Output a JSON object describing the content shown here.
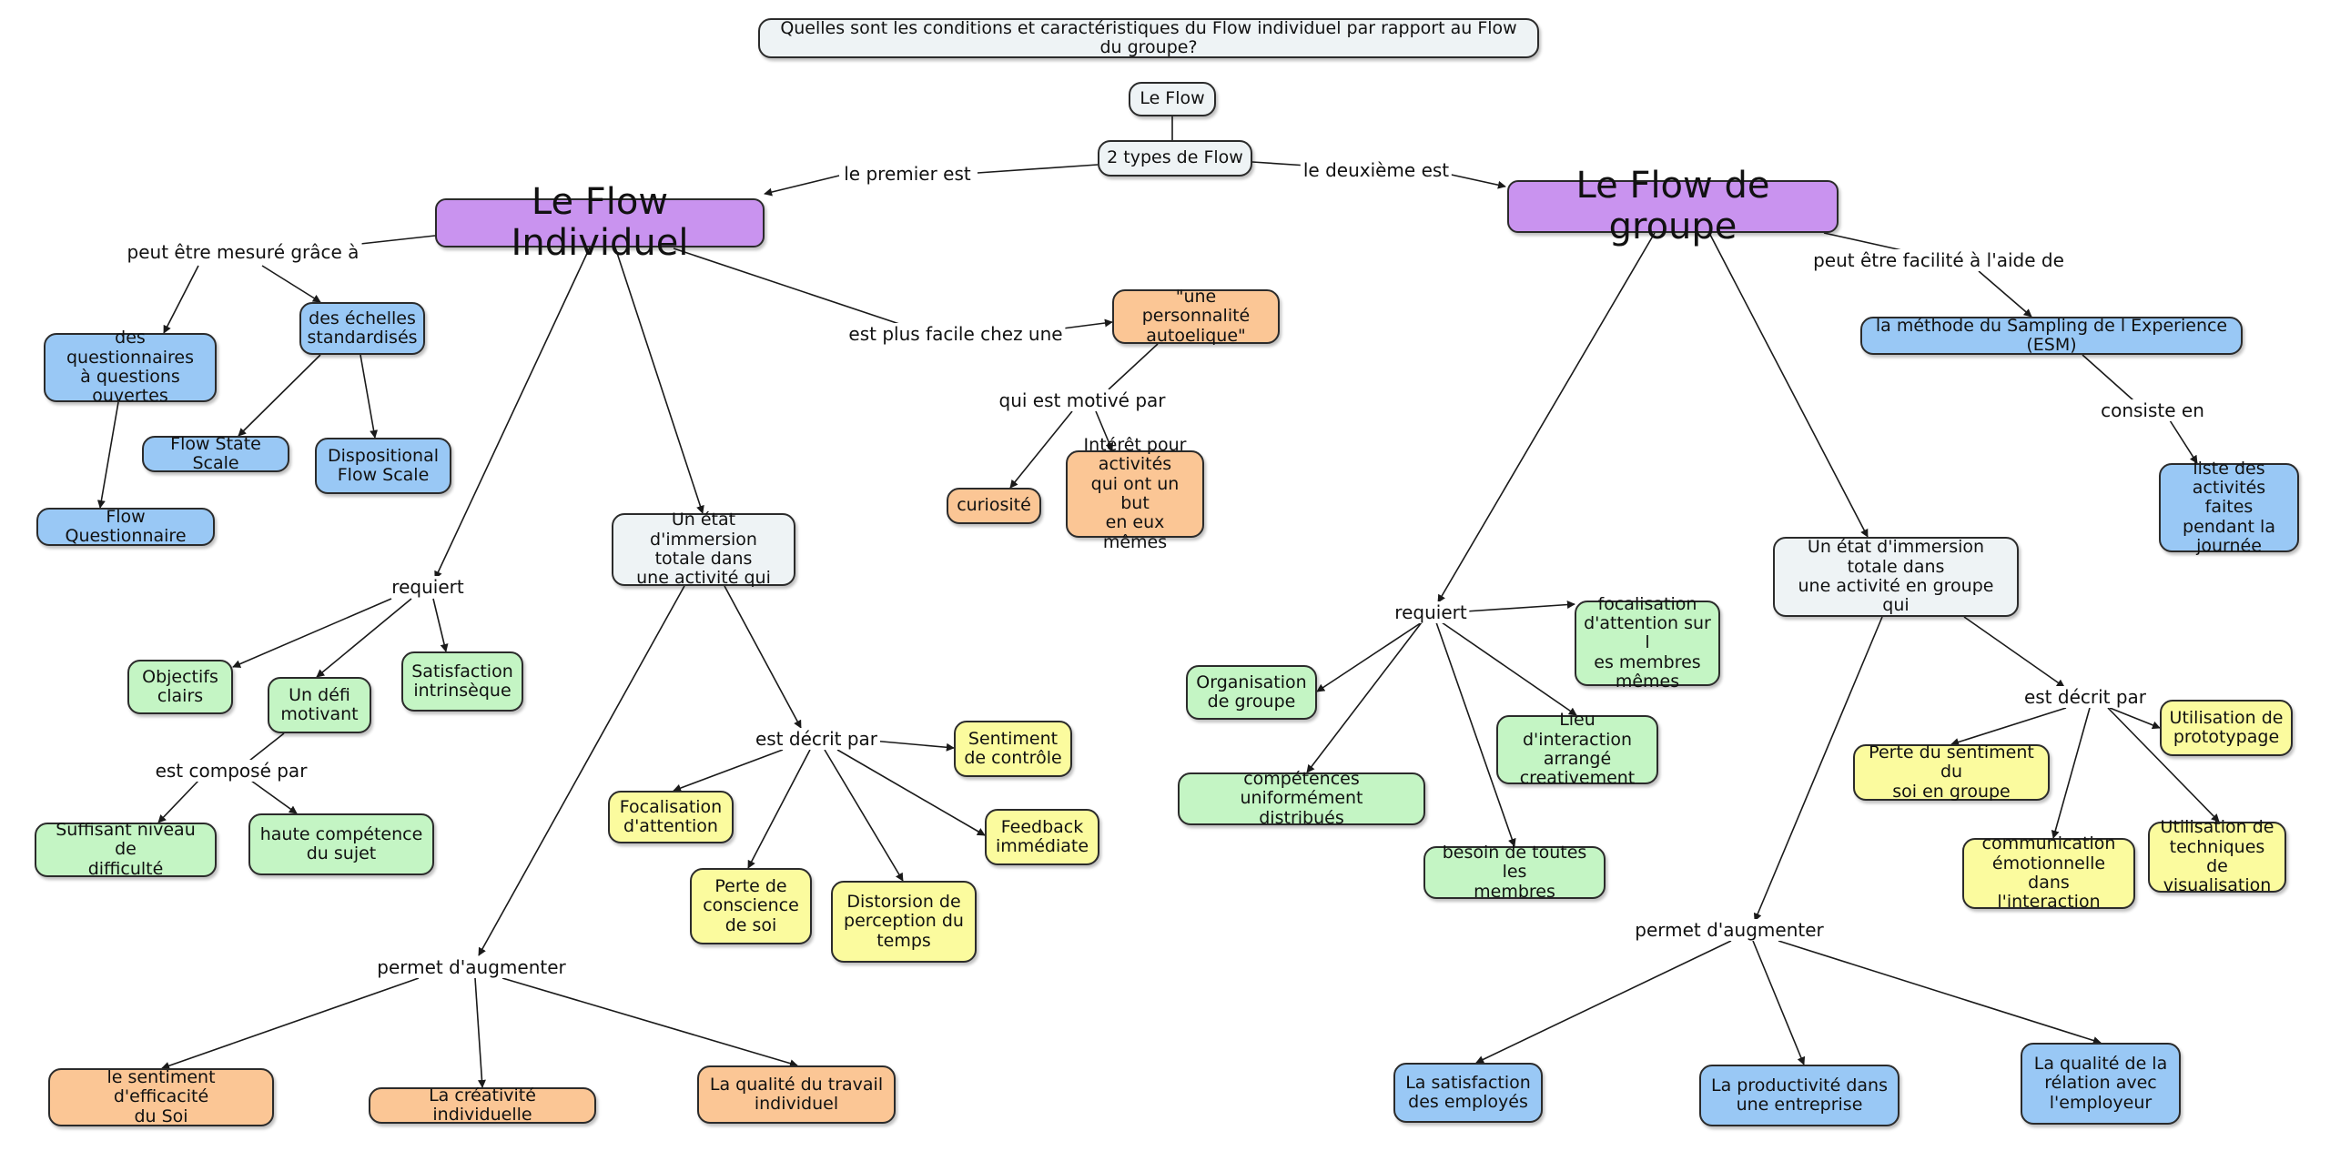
{
  "question": "Quelles sont les conditions et caractéristiques du Flow individuel par rapport au Flow du groupe?",
  "nodes": {
    "root": "Le Flow",
    "types": "2 types de Flow",
    "individuel": "Le Flow Individuel",
    "groupe": "Le Flow de groupe",
    "questionnaires": "des questionnaires\nà questions\nouvertes",
    "echelles": "des échelles\nstandardisés",
    "flow_questionnaire": "Flow Questionnaire",
    "flow_state_scale": "Flow State Scale",
    "dispositional": "Dispositional\nFlow Scale",
    "personnalite": "\"une personnalité\nautoelique\"",
    "curiosite": "curiosité",
    "interet": "Intérêt pour\nactivités\nqui ont un but\nen eux mêmes",
    "etat_ind": "Un état d'immersion\ntotale dans\nune activité qui",
    "objectifs": "Objectifs\nclairs",
    "defi": "Un défi\nmotivant",
    "satisfaction_int": "Satisfaction\nintrinsèque",
    "suffisant": "Suffisant niveau de\ndifficulté",
    "haute": "haute compétence\ndu sujet",
    "focalisation_ind": "Focalisation\nd'attention",
    "sentiment_controle": "Sentiment\nde contrôle",
    "feedback": "Feedback\nimmédiate",
    "perte_conscience": "Perte de\nconscience\nde soi",
    "distorsion": "Distorsion de\nperception du\ntemps",
    "efficacite": "le sentiment d'efficacité\ndu Soi",
    "creativite": "La créativité individuelle",
    "qualite_travail": "La qualité du travail\nindividuel",
    "esm": "la méthode du Sampling de l Experience (ESM)",
    "liste": "liste des\nactivités faites\npendant la\njournée",
    "etat_grp": "Un état d'immersion\ntotale dans\nune activité en groupe qui",
    "organisation": "Organisation\nde groupe",
    "focalisation_grp": "focalisation\nd'attention sur l\nes membres\nmêmes",
    "lieu": "Lieu d'interaction\narrangé\ncreativement",
    "competences": "compétences uniformément\ndistribués",
    "besoin": "besoin de toutes les\nmembres",
    "perte_sentiment": "Perte du sentiment du\nsoi en groupe",
    "prototypage": "Utilisation de\nprototypage",
    "communication": "communication\némotionnelle dans\nl'interaction",
    "techniques": "Utilisation de\ntechniques de\nvisualisation",
    "satisfaction_emp": "La satisfaction\ndes employés",
    "productivite": "La productivité dans\nune entreprise",
    "qualite_relation": "La qualité de la\nrélation avec\nl'employeur"
  },
  "labels": {
    "premier": "le premier est",
    "deuxieme": "le deuxième est",
    "mesure": "peut être mesuré grâce à",
    "facile": "est plus facile chez une",
    "motive": "qui est motivé par",
    "requiert_ind": "requiert",
    "compose": "est composé par",
    "decrit_ind": "est décrit par",
    "augmenter_ind": "permet d'augmenter",
    "facilite": "peut être facilité à l'aide de",
    "consiste": "consiste en",
    "requiert_grp": "requiert",
    "decrit_grp": "est décrit par",
    "augmenter_grp": "permet d'augmenter"
  },
  "colors": {
    "purple": "#c993ef",
    "blue": "#99c8f5",
    "green": "#c4f5c4",
    "yellow": "#fbfb9e",
    "orange": "#fbc695",
    "white": "#eef3f5",
    "line": "#1a1a1a"
  }
}
